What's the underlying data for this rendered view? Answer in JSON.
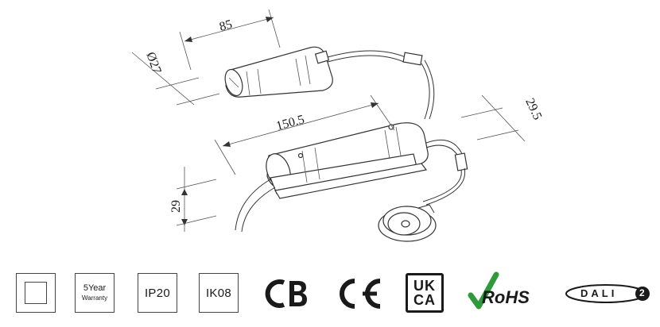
{
  "dimensions": {
    "length_top": "85",
    "diameter": "Ø27",
    "length_driver": "150.5",
    "height_right": "29.5",
    "height_left": "29"
  },
  "certifications": {
    "warranty_line1": "5Year",
    "warranty_line2": "Warranty",
    "ip_rating": "IP20",
    "ik_rating": "IK08",
    "cb": "CB",
    "ce": "CE",
    "ukca_top": "UK",
    "ukca_bottom": "CA",
    "rohs": "RoHS",
    "dali": "DALI",
    "dali_version": "2"
  },
  "colors": {
    "rohs_check": "#2e9a3b",
    "line": "#333333"
  }
}
